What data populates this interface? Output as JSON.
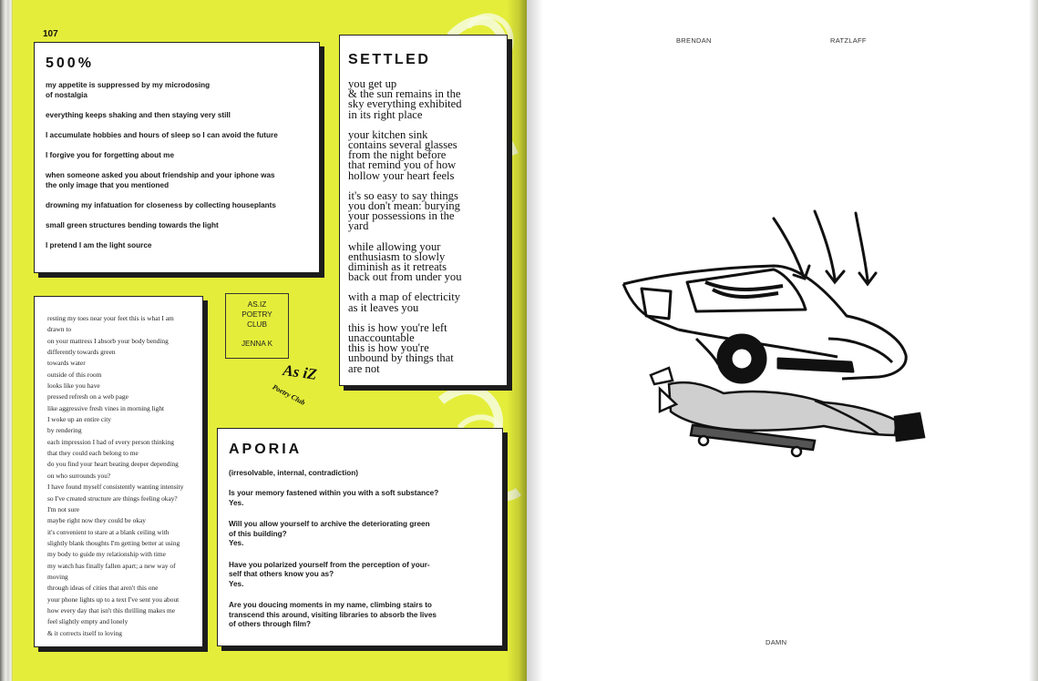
{
  "left_page": {
    "page_number": "107",
    "poem_500": {
      "title": "500%",
      "lines": [
        "my appetite is suppressed by my microdosing\nof nostalgia",
        "everything keeps shaking and then staying very still",
        "I accumulate hobbies and hours of sleep so I can avoid the future",
        "I forgive you for forgetting about me",
        "when someone asked you about friendship and your iphone was\nthe only image that you mentioned",
        "drowning my infatuation for closeness by collecting houseplants",
        "small green structures bending towards the light",
        "I pretend I am the light source"
      ]
    },
    "poem_settled": {
      "title": "SETTLED",
      "stanzas": [
        "you get up\n& the sun remains in the\nsky everything exhibited\nin its right place",
        "your kitchen sink\ncontains several glasses\nfrom the night before\nthat remind you of how\nhollow your heart feels",
        "it's so easy to say things\nyou don't mean: burying\nyour possessions in the\nyard",
        "while allowing your\nenthusiasm to slowly\ndiminish as it retreats\nback out from under you",
        "with a map of electricity\nas it leaves you",
        "this is how you're left\nunaccountable\nthis is how you're\nunbound by things that\nare not"
      ]
    },
    "poem_resting": {
      "lines": [
        "resting my toes near your feet this is what I am",
        "drawn to",
        "on your mattress I absorb your body bending",
        "differently towards green",
        "towards water",
        "outside of this room",
        "looks like you have",
        "pressed refresh on a web page",
        "like aggressive fresh vines in morning light",
        "I woke up an entire city",
        "by rendering",
        "each impression I had of every person thinking",
        "that they could each belong to me",
        "do you find your heart beating deeper depending",
        "on who surrounds you?",
        "I have found myself consistently wanting intensity",
        "so I've created structure are things feeling okay?",
        "I'm not sure",
        "maybe right now they could be okay",
        "it's convenient to stare at a blank ceiling with",
        "slightly blank thoughts I'm getting better at using",
        "my body to guide my relationship with time",
        "my watch has finally fallen apart; a new way of",
        "moving",
        "through ideas of cities that aren't this one",
        "your phone lights up to a text I've sent you about",
        "how every day that isn't this thrilling makes me",
        "feel slightly empty and lonely",
        "&  it corrects itself to loving"
      ]
    },
    "club_badge": {
      "line1": "AS.IZ",
      "line2": "POETRY",
      "line3": "CLUB",
      "author": "JENNA K"
    },
    "club_stamp": {
      "top": "As iZ",
      "bottom": "Poetry Club"
    },
    "poem_aporia": {
      "title": "APORIA",
      "subtitle": "(irresolvable, internal, contradiction)",
      "items": [
        {
          "q": "Is your memory fastened within you with a soft substance?",
          "a": "Yes."
        },
        {
          "q": "Will you allow yourself to archive the deteriorating green\nof this building?",
          "a": "Yes."
        },
        {
          "q": "Have you polarized yourself from the perception of your-\nself that others know you as?",
          "a": "Yes."
        },
        {
          "q": "Are you doucing moments in my name, climbing stairs to\ntranscend this around, visiting libraries to absorb the lives\nof others through film?",
          "a": ""
        }
      ]
    },
    "colors": {
      "page_yellow": "#e4ee3a",
      "box_white": "#ffffff",
      "shadow": "#1c1c1c"
    }
  },
  "right_page": {
    "author_first": "BRENDAN",
    "author_last": "RATZLAFF",
    "artwork_title": "DAMN",
    "illustration": "car-with-mechanic-on-creeper-drawing"
  }
}
